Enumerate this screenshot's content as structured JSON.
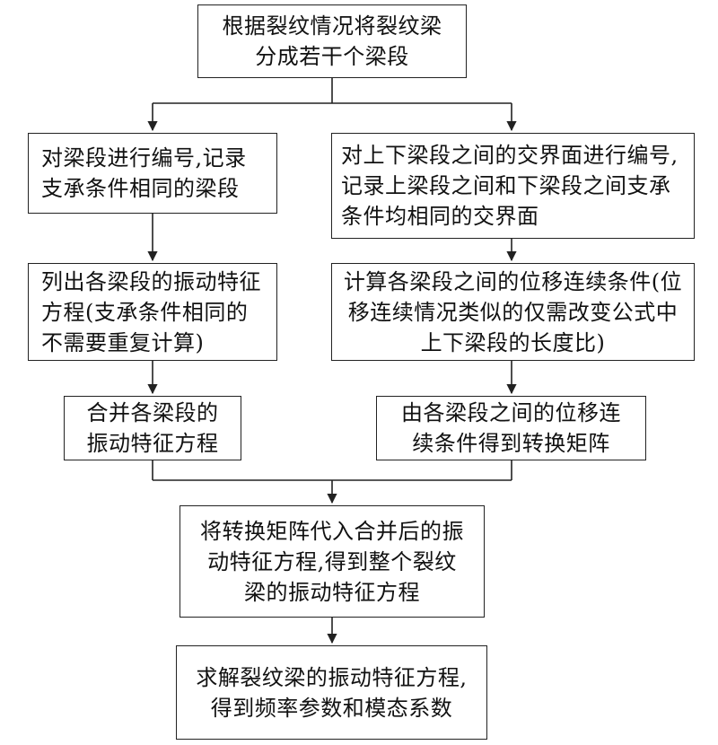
{
  "flowchart": {
    "step1": "根据裂纹情况将裂纹梁分成若干个梁段",
    "left": {
      "step2": "对梁段进行编号,记录支承条件相同的梁段",
      "step3": "列出各梁段的振动特征方程(支承条件相同的不需要重复计算)",
      "step4": "合并各梁段的振动特征方程"
    },
    "right": {
      "step2": "对上下梁段之间的交界面进行编号,记录上梁段之间和下梁段之间支承条件均相同的交界面",
      "step3": "计算各梁段之间的位移连续条件(位移连续情况类似的仅需改变公式中上下梁段的长度比)",
      "step4": "由各梁段之间的位移连续条件得到转换矩阵"
    },
    "step5": "将转换矩阵代入合并后的振动特征方程,得到整个裂纹梁的振动特征方程",
    "step6": "求解裂纹梁的振动特征方程,得到频率参数和模态系数"
  },
  "colors": {
    "stroke": "#222222",
    "background": "#ffffff"
  }
}
